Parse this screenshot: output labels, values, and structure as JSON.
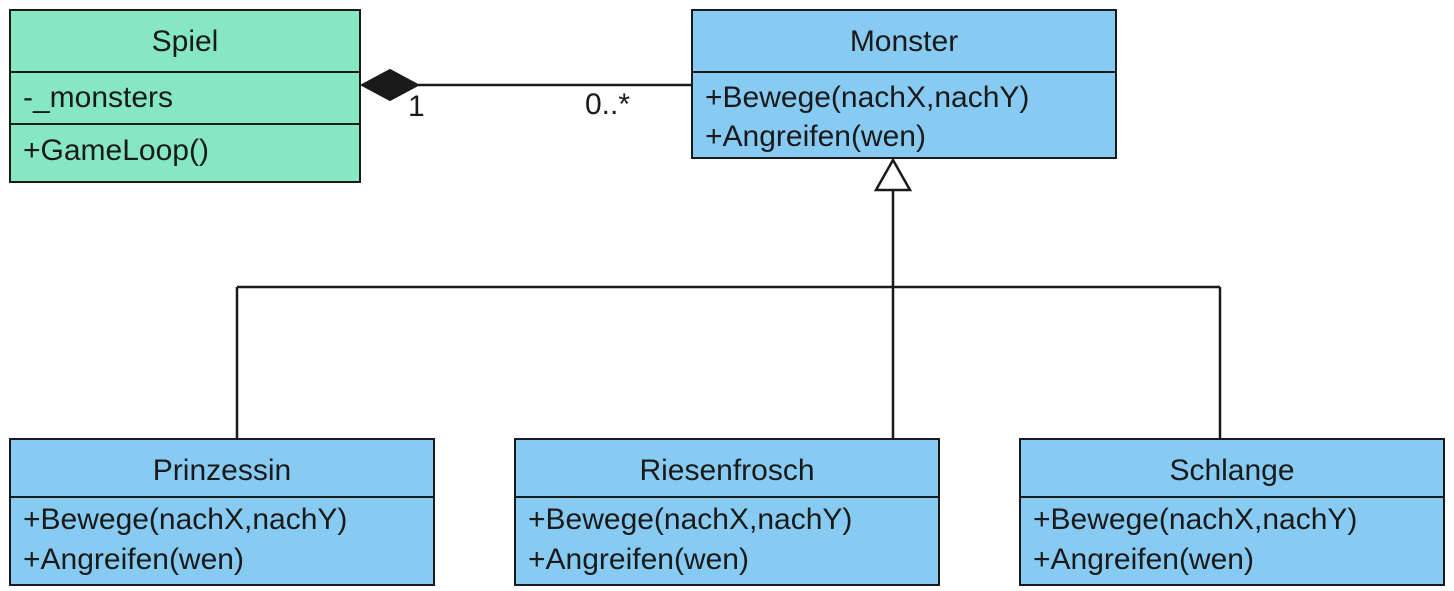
{
  "classes": {
    "spiel": {
      "name": "Spiel",
      "attributes": [
        "-_monsters"
      ],
      "methods": [
        "+GameLoop()"
      ]
    },
    "monster": {
      "name": "Monster",
      "methods": [
        "+Bewege(nachX,nachY)",
        "+Angreifen(wen)"
      ]
    },
    "prinzessin": {
      "name": "Prinzessin",
      "methods": [
        "+Bewege(nachX,nachY)",
        "+Angreifen(wen)"
      ]
    },
    "riesenfrosch": {
      "name": "Riesenfrosch",
      "methods": [
        "+Bewege(nachX,nachY)",
        "+Angreifen(wen)"
      ]
    },
    "schlange": {
      "name": "Schlange",
      "methods": [
        "+Bewege(nachX,nachY)",
        "+Angreifen(wen)"
      ]
    }
  },
  "association": {
    "type": "composition",
    "source_multiplicity": "1",
    "target_multiplicity": "0..*"
  },
  "generalization": {
    "parent": "Monster",
    "children": [
      "Prinzessin",
      "Riesenfrosch",
      "Schlange"
    ]
  },
  "colors": {
    "spiel_fill": "#86e8c2",
    "monster_fill": "#87cbf2",
    "line": "#1a1a1a"
  }
}
